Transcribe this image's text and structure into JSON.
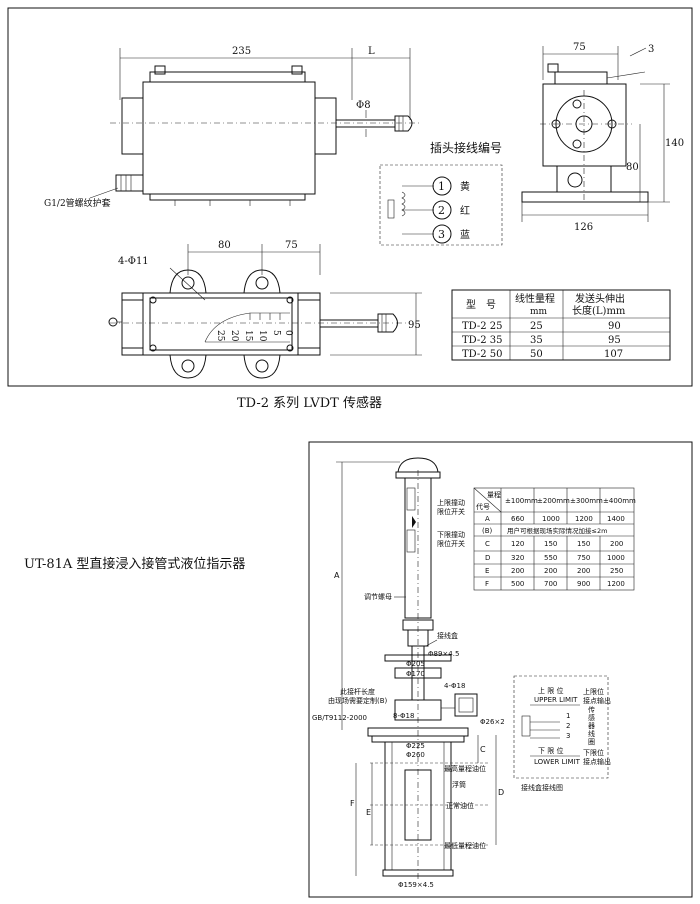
{
  "top_figure": {
    "caption": "TD-2 系列 LVDT 传感器",
    "dims": {
      "body_width": "235",
      "stroke_length": "L",
      "rod_diameter": "Φ8",
      "thread_label": "G1/2管螺纹护套",
      "hole_spacing_a": "80",
      "hole_spacing_b": "75",
      "holes": "4-Φ11",
      "height": "95",
      "side_width": "75",
      "side_top": "3",
      "side_height": "140",
      "axis_height": "80",
      "base_width": "126"
    },
    "scale_ticks": [
      "0",
      "5",
      "10",
      "15",
      "20",
      "25"
    ],
    "plug_title": "插头接线编号",
    "plug_pins": [
      {
        "num": "1",
        "color": "黄"
      },
      {
        "num": "2",
        "color": "红"
      },
      {
        "num": "3",
        "color": "蓝"
      }
    ],
    "table": {
      "headers": [
        "型　号",
        "线性量程\nmm",
        "发送头伸出\n长度(L)mm"
      ],
      "rows": [
        [
          "TD-2 25",
          "25",
          "90"
        ],
        [
          "TD-2 35",
          "35",
          "95"
        ],
        [
          "TD-2 50",
          "50",
          "107"
        ]
      ]
    }
  },
  "bottom_figure": {
    "title": "UT-81A 型直接浸入接管式液位指示器",
    "labels": {
      "upper_switch": [
        "上限撞动",
        "限位开关"
      ],
      "lower_switch": [
        "下限撞动",
        "限位开关"
      ],
      "adjust_nut": "调节螺母",
      "junction_box": "接线盒",
      "dim_phi89": "Φ89×4.5",
      "dim_phi205": "Φ205",
      "dim_phi170": "Φ170",
      "rod_length": [
        "此接杆长度",
        "由现场需要定制(B)"
      ],
      "holes_4": "4-Φ18",
      "standard": "GB/T9112-2000",
      "holes_8": "8-Φ18",
      "dim_phi26": "Φ26×2",
      "dim_phi225": "Φ225",
      "dim_phi260": "Φ260",
      "max_level": "最高量程油位",
      "float": "浮筒",
      "normal_level": "正常油位",
      "min_level": "最低量程油位",
      "dim_phi159": "Φ159×4.5",
      "letter_a": "A",
      "letter_c": "C",
      "letter_d": "D",
      "letter_e": "E",
      "letter_f": "F"
    },
    "range_table": {
      "corner_top": "量程",
      "corner_bottom": "代号",
      "columns": [
        "±100mm",
        "±200mm",
        "±300mm",
        "±400mm"
      ],
      "rows": [
        {
          "code": "A",
          "values": [
            "660",
            "1000",
            "1200",
            "1400"
          ]
        },
        {
          "code": "(B)",
          "note": "用户可根据现场实际情况加接≤2m"
        },
        {
          "code": "C",
          "values": [
            "120",
            "150",
            "150",
            "200"
          ]
        },
        {
          "code": "D",
          "values": [
            "320",
            "550",
            "750",
            "1000"
          ]
        },
        {
          "code": "E",
          "values": [
            "200",
            "200",
            "200",
            "250"
          ]
        },
        {
          "code": "F",
          "values": [
            "500",
            "700",
            "900",
            "1200"
          ]
        }
      ]
    },
    "wiring": {
      "upper_cn": "上 限 位",
      "upper_en": "UPPER LIMIT",
      "upper_out": [
        "上限位",
        "接点输出"
      ],
      "sensor_coil": [
        "传",
        "感",
        "器",
        "线",
        "圈"
      ],
      "pins": [
        "1",
        "2",
        "3"
      ],
      "lower_cn": "下 限 位",
      "lower_en": "LOWER LIMIT",
      "lower_out": [
        "下限位",
        "接点输出"
      ],
      "caption": "接线盒接线图"
    }
  }
}
